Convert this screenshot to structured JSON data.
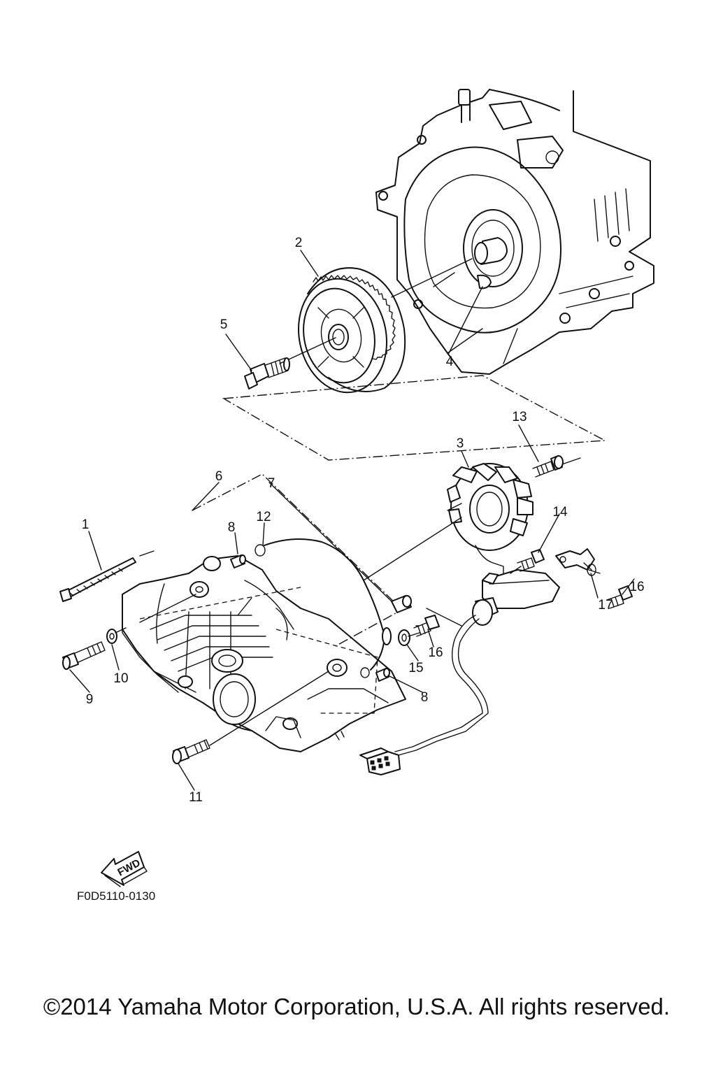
{
  "diagram": {
    "callouts": [
      "1",
      "2",
      "3",
      "4",
      "5",
      "6",
      "7",
      "8",
      "8",
      "9",
      "10",
      "11",
      "12",
      "13",
      "14",
      "15",
      "16",
      "16",
      "17"
    ],
    "fwd_label": "FWD",
    "figure_code": "F0D5110-0130"
  },
  "footer": {
    "copyright": "©2014 Yamaha Motor Corporation, U.S.A. All rights reserved."
  }
}
